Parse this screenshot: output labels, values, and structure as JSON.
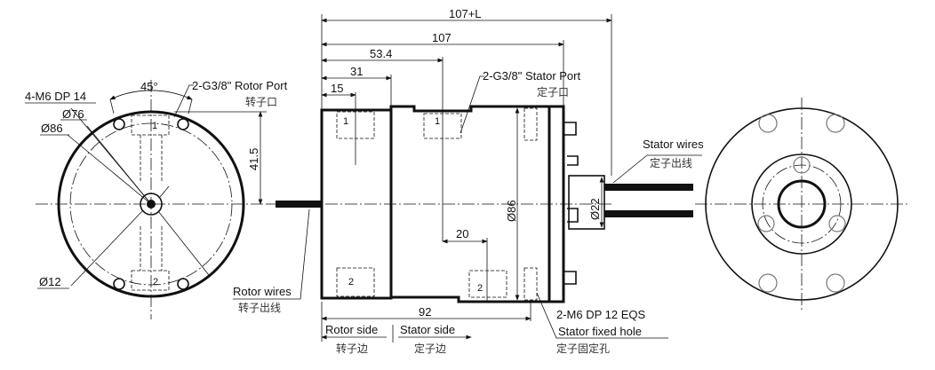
{
  "drawing": {
    "title": "Slip ring dimension drawing",
    "front_view": {
      "callouts": {
        "mount_holes": "4-M6 DP 14",
        "angle": "45°",
        "rotor_port": "2-G3/8\" Rotor Port",
        "rotor_port_cn": "转子口",
        "pcd": "Ø76",
        "outer_diameter": "Ø86",
        "bore": "Ø12",
        "height": "41.5",
        "port_1": "1",
        "port_2": "2"
      }
    },
    "side_view": {
      "dimensions": {
        "overall": "107+L",
        "body_length": "107",
        "stator_port_pos": "53.4",
        "rotor_length": "31",
        "rotor_port_pos": "15",
        "port_spacing": "20",
        "diameter": "Ø86",
        "tail_diameter": "Ø22",
        "fixed_hole_pos": "92"
      },
      "callouts": {
        "stator_port": "2-G3/8\" Stator Port",
        "stator_port_cn": "定子口",
        "stator_wires": "Stator wires",
        "stator_wires_cn": "定子出线",
        "rotor_wires": "Rotor wires",
        "rotor_wires_cn": "转子出线",
        "fixed_hole": "2-M6 DP 12 EQS",
        "fixed_hole_label": "Stator fixed hole",
        "fixed_hole_cn": "定子固定孔",
        "rotor_side": "Rotor side",
        "rotor_side_cn": "转子边",
        "stator_side": "Stator side",
        "stator_side_cn": "定子边",
        "port_1": "1",
        "port_2": "2"
      }
    }
  }
}
